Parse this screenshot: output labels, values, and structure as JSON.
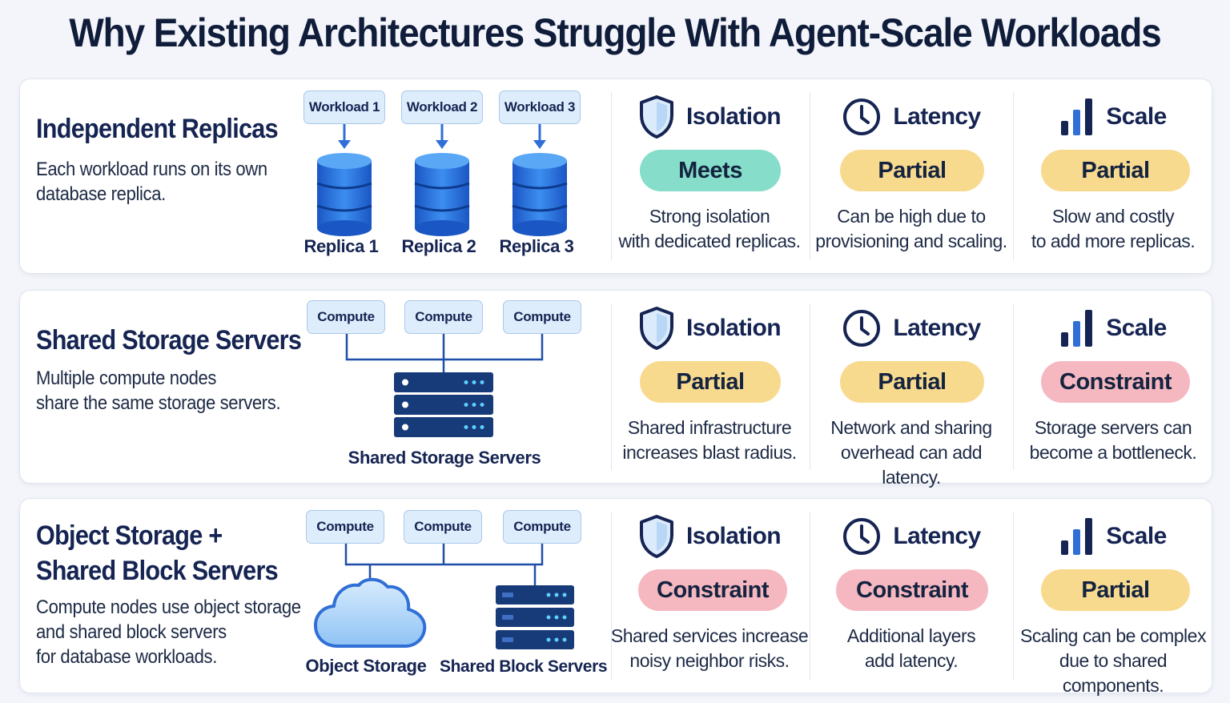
{
  "title": "Why Existing Architectures Struggle With Agent-Scale Workloads",
  "metric_labels": {
    "isolation": "Isolation",
    "latency": "Latency",
    "scale": "Scale"
  },
  "rows": [
    {
      "name": "Independent Replicas",
      "name_lines": [
        "Independent Replicas"
      ],
      "description_lines": [
        "Each workload runs on its own",
        "database replica."
      ],
      "diagram": {
        "workloads": [
          "Workload 1",
          "Workload 2",
          "Workload 3"
        ],
        "replicas": [
          "Replica 1",
          "Replica 2",
          "Replica 3"
        ]
      },
      "metrics": {
        "isolation": {
          "rating": "Meets",
          "description_lines": [
            "Strong isolation",
            "with dedicated replicas."
          ]
        },
        "latency": {
          "rating": "Partial",
          "description_lines": [
            "Can be high due to",
            "provisioning and scaling."
          ]
        },
        "scale": {
          "rating": "Partial",
          "description_lines": [
            "Slow and costly",
            "to add more replicas."
          ]
        }
      }
    },
    {
      "name": "Shared Storage Servers",
      "name_lines": [
        "Shared Storage Servers"
      ],
      "description_lines": [
        "Multiple compute nodes",
        "share the same storage servers."
      ],
      "diagram": {
        "compute": [
          "Compute",
          "Compute",
          "Compute"
        ],
        "storage_label": "Shared Storage Servers"
      },
      "metrics": {
        "isolation": {
          "rating": "Partial",
          "description_lines": [
            "Shared infrastructure",
            "increases blast radius."
          ]
        },
        "latency": {
          "rating": "Partial",
          "description_lines": [
            "Network and sharing",
            "overhead can add latency."
          ]
        },
        "scale": {
          "rating": "Constraint",
          "description_lines": [
            "Storage servers can",
            "become a bottleneck."
          ]
        }
      }
    },
    {
      "name": "Object Storage + Shared Block Servers",
      "name_lines": [
        "Object Storage +",
        "Shared Block Servers"
      ],
      "description_lines": [
        "Compute nodes use object storage",
        "and shared block servers",
        "for database workloads."
      ],
      "diagram": {
        "compute": [
          "Compute",
          "Compute",
          "Compute"
        ],
        "object_label": "Object Storage",
        "block_label": "Shared Block Servers"
      },
      "metrics": {
        "isolation": {
          "rating": "Constraint",
          "description_lines": [
            "Shared services increase",
            "noisy neighbor risks."
          ]
        },
        "latency": {
          "rating": "Constraint",
          "description_lines": [
            "Additional layers",
            "add latency."
          ]
        },
        "scale": {
          "rating": "Partial",
          "description_lines": [
            "Scaling can be complex",
            "due to shared components."
          ]
        }
      }
    }
  ],
  "icons": {
    "isolation": "shield-icon",
    "latency": "clock-icon",
    "scale": "bar-chart-icon",
    "database": "database-icon",
    "server": "server-rack-icon",
    "cloud": "cloud-icon"
  },
  "colors": {
    "meets": "#86ddc9",
    "partial": "#f8da8e",
    "constraint": "#f6b8c0",
    "accent_blue": "#2f6fd6",
    "title": "#0f1c3a"
  }
}
